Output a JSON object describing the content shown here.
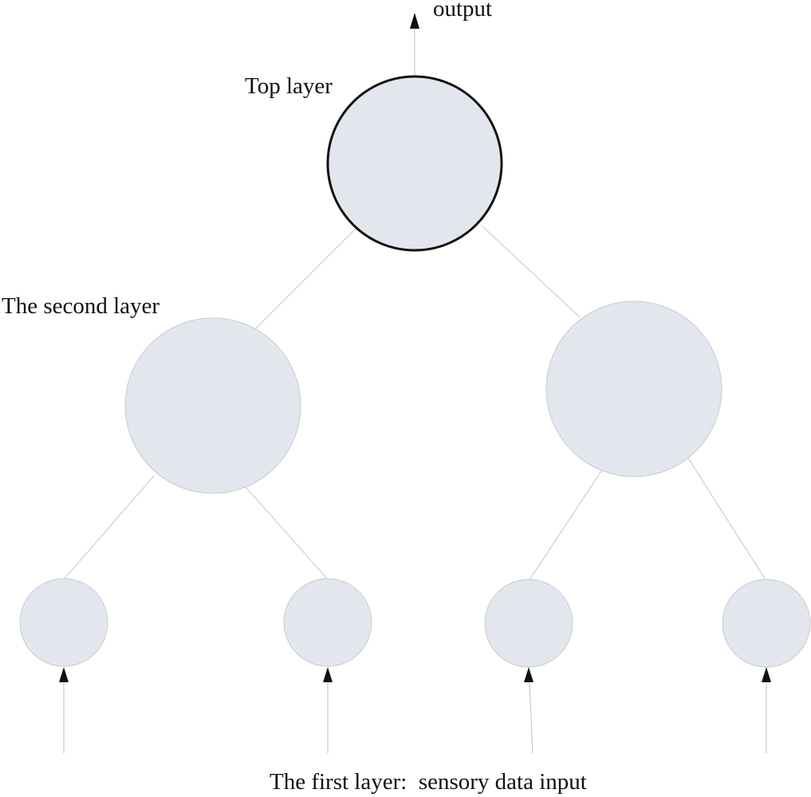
{
  "labels": {
    "output": "output",
    "top_layer": "Top layer",
    "second_layer": "The second layer",
    "first_layer": "The first layer:  sensory data input"
  },
  "nodes": {
    "top": "top-layer",
    "second": [
      "second-layer-left",
      "second-layer-right"
    ],
    "first": [
      "first-layer-1",
      "first-layer-2",
      "first-layer-3",
      "first-layer-4"
    ]
  },
  "colors": {
    "node_fill": "#e4e6ee",
    "top_node_border": "#111111",
    "edge": "#cfcfcf",
    "text": "#111111"
  }
}
